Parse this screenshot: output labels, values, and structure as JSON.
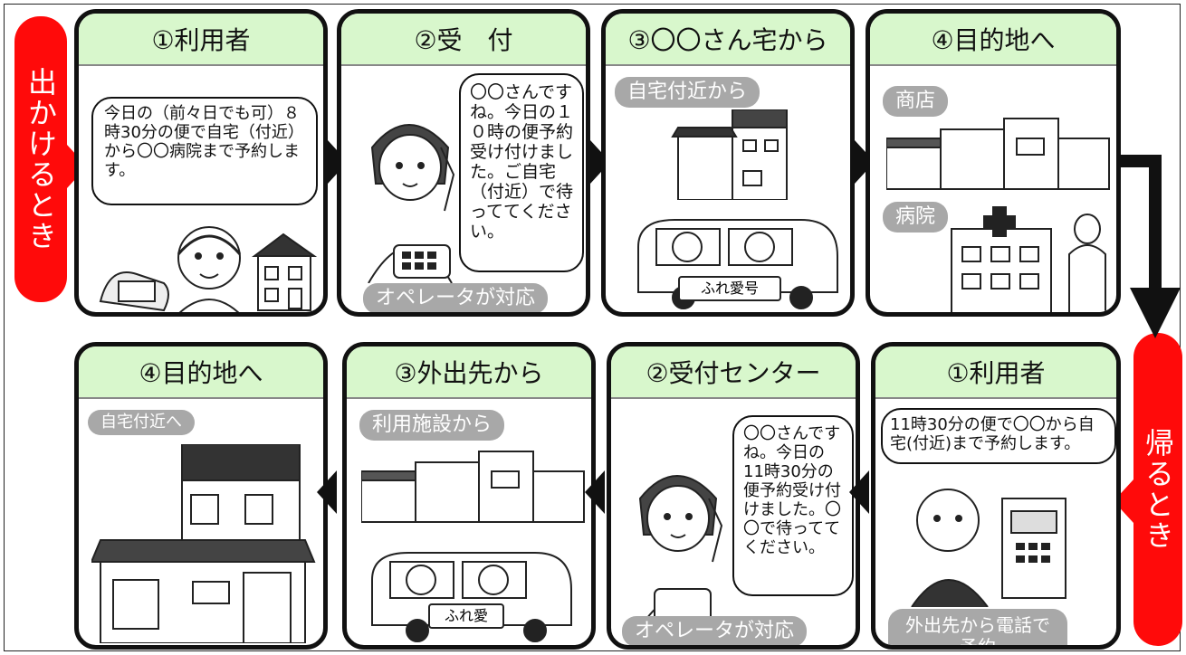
{
  "labels": {
    "outbound": "出かけるとき",
    "return": "帰るとき"
  },
  "colors": {
    "accent": "#ff0a0a",
    "header_bg": "#d8f7cc",
    "tag_bg": "#a8a8a8"
  },
  "top_row": [
    {
      "title": "①利用者",
      "speech": "今日の（前々日でも可）８時30分の便で自宅（付近）から〇〇病院まで予約します。"
    },
    {
      "title": "②受　付",
      "speech": "〇〇さんですね。今日の１０時の便予約受け付けました。ご自宅（付近）で待っててください。",
      "tag": "オペレータが対応"
    },
    {
      "title": "③〇〇さん宅から",
      "tag": "自宅付近から",
      "bus_label": "ふれ愛号"
    },
    {
      "title": "④目的地へ",
      "tag_shop": "商店",
      "tag_hospital": "病院"
    }
  ],
  "bottom_row": [
    {
      "title": "①利用者",
      "speech": "11時30分の便で〇〇から自宅(付近)まで予約します。",
      "tag": "外出先から電話で予約"
    },
    {
      "title": "②受付センター",
      "speech": "〇〇さんですね。今日の11時30分の便予約受け付けました。〇〇で待っててください。",
      "tag": "オペレータが対応"
    },
    {
      "title": "③外出先から",
      "tag": "利用施設から",
      "bus_label": "ふれ愛"
    },
    {
      "title": "④目的地へ",
      "tag": "自宅付近へ"
    }
  ]
}
